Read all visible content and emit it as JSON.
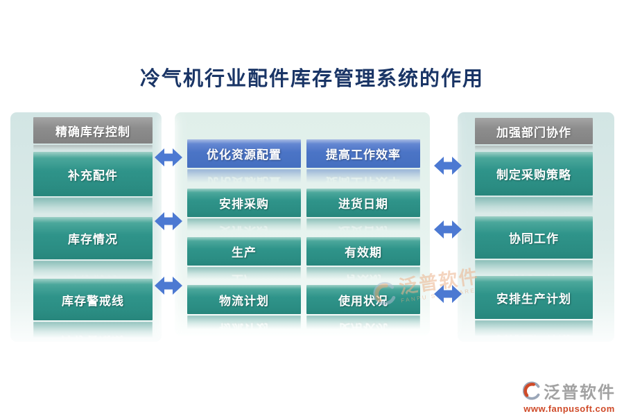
{
  "title": "冷气机行业配件库存管理系统的作用",
  "left_group": {
    "header": "精确库存控制",
    "items": [
      "补充配件",
      "库存情况",
      "库存警戒线"
    ]
  },
  "middle_group": {
    "rows": [
      [
        "优化资源配置",
        "提高工作效率"
      ],
      [
        "安排采购",
        "进货日期"
      ],
      [
        "生产",
        "有效期"
      ],
      [
        "物流计划",
        "使用状况"
      ]
    ]
  },
  "right_group": {
    "header": "加强部门协作",
    "items": [
      "制定采购策略",
      "协同工作",
      "安排生产计划"
    ]
  },
  "watermark": {
    "brand": "泛普软件",
    "brand_latin": "FANPU SOFTWARE"
  },
  "footer": {
    "brand": "泛普软件",
    "website": "www.fanpusoft.com"
  },
  "colors": {
    "title_text": "#1a3566",
    "teal_block": "#2f948a",
    "blue_block": "#4b74c6",
    "gray_header": "#8d8d8d",
    "arrow_blue": "#4c79d2",
    "panel_side_bg": "#dcebe9",
    "panel_mid_bg": "#e7f3ef",
    "brand_gray": "#a2a2a2",
    "brand_orange": "#cf4a28"
  }
}
